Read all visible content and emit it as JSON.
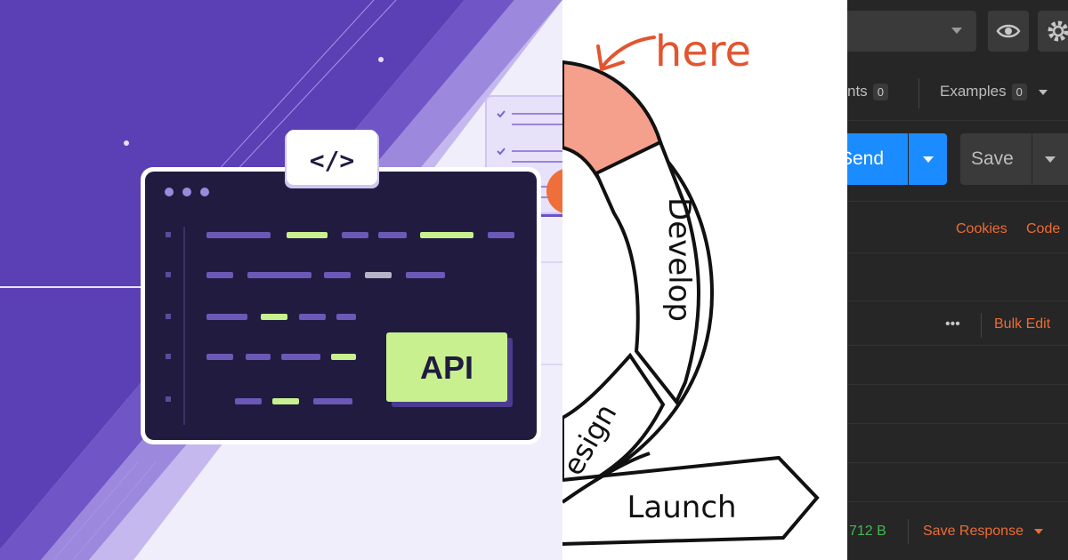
{
  "panel_api": {
    "code_badge": "</>",
    "api_label": "API",
    "colors": {
      "purple": "#5b3fb5",
      "dark": "#211b3f",
      "lime": "#c8f08f",
      "lilac": "#b7a2ea"
    }
  },
  "panel_cycle": {
    "annotation": "here",
    "segments": {
      "develop": "Develop",
      "design": "esign",
      "launch": "Launch"
    },
    "colors": {
      "annotation": "#e2552f",
      "highlight": "#f4a08c"
    }
  },
  "panel_postman": {
    "tabs": {
      "comments_label": "nts",
      "comments_count": "0",
      "examples_label": "Examples",
      "examples_count": "0"
    },
    "buttons": {
      "send_label": "Send",
      "save_label": "Save"
    },
    "links": {
      "cookies": "Cookies",
      "code": "Code",
      "bulk_edit": "Bulk Edit",
      "more": "•••"
    },
    "status": {
      "size": "712 B",
      "save_response": "Save Response"
    },
    "colors": {
      "send": "#1a8cff",
      "accent": "#ef6b33",
      "bg": "#262626",
      "ok": "#3fb950"
    }
  }
}
